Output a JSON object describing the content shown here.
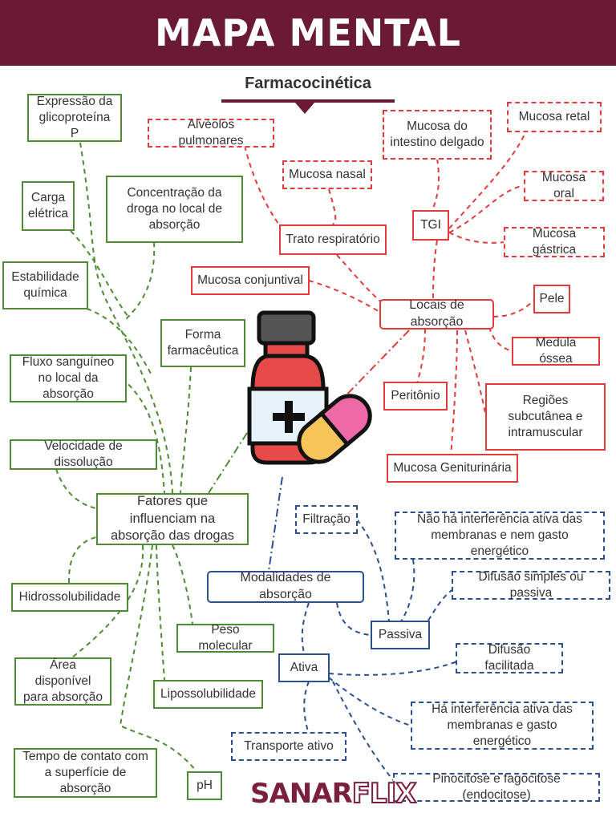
{
  "header": {
    "title": "MAPA MENTAL"
  },
  "subtitle": "Farmacocinética",
  "logo": {
    "part1": "SANAR",
    "part2": "FLIX"
  },
  "colors": {
    "header": "#6b1a36",
    "green": "#4f8a34",
    "red": "#e23b3b",
    "blue": "#2c4f8f"
  },
  "center_icon": "medicine-bottle-and-pill-icon",
  "factors": {
    "main": "Fatores que influenciam na absorção das drogas",
    "expressao": "Expressão da glicoproteína P",
    "carga": "Carga elétrica",
    "concentracao": "Concentração da droga no local de absorção",
    "estabilidade": "Estabilidade química",
    "forma": "Forma farmacêutica",
    "fluxo": "Fluxo sanguíneo no local da absorção",
    "velocidade": "Velocidade de dissolução",
    "hidrossolubilidade": "Hidrossolubilidade",
    "peso": "Peso molecular",
    "area": "Área disponível para absorção",
    "lipossolubilidade": "Lipossolubilidade",
    "tempo": "Tempo de contato com a superfície de absorção",
    "ph": "pH"
  },
  "locais": {
    "main": "Locais de absorção",
    "alveolos": "Alvéolos pulmonares",
    "mucosa_nasal": "Mucosa nasal",
    "trato": "Trato respiratório",
    "mucosa_intestino": "Mucosa do intestino delgado",
    "tgi": "TGI",
    "mucosa_retal": "Mucosa retal",
    "mucosa_oral": "Mucosa oral",
    "mucosa_gastrica": "Mucosa gástrica",
    "mucosa_conjuntival": "Mucosa conjuntival",
    "pele": "Pele",
    "medula": "Medula óssea",
    "peritonio": "Peritônio",
    "regioes": "Regiões subcutânea e intramuscular",
    "geniturinaria": "Mucosa Geniturinária"
  },
  "modalidades": {
    "main": "Modalidades de absorção",
    "filtracao": "Filtração",
    "nao_ha": "Não há interferência ativa das membranas e nem gasto energético",
    "difusao_simples": "Difusão simples ou passiva",
    "passiva": "Passiva",
    "ativa": "Ativa",
    "difusao_facilitada": "Difusão facilitada",
    "ha_interferencia": "Há interferência ativa das membranas e gasto energético",
    "transporte": "Transporte ativo",
    "pinocitose": "Pinocitose e fagocitose (endocitose)"
  }
}
